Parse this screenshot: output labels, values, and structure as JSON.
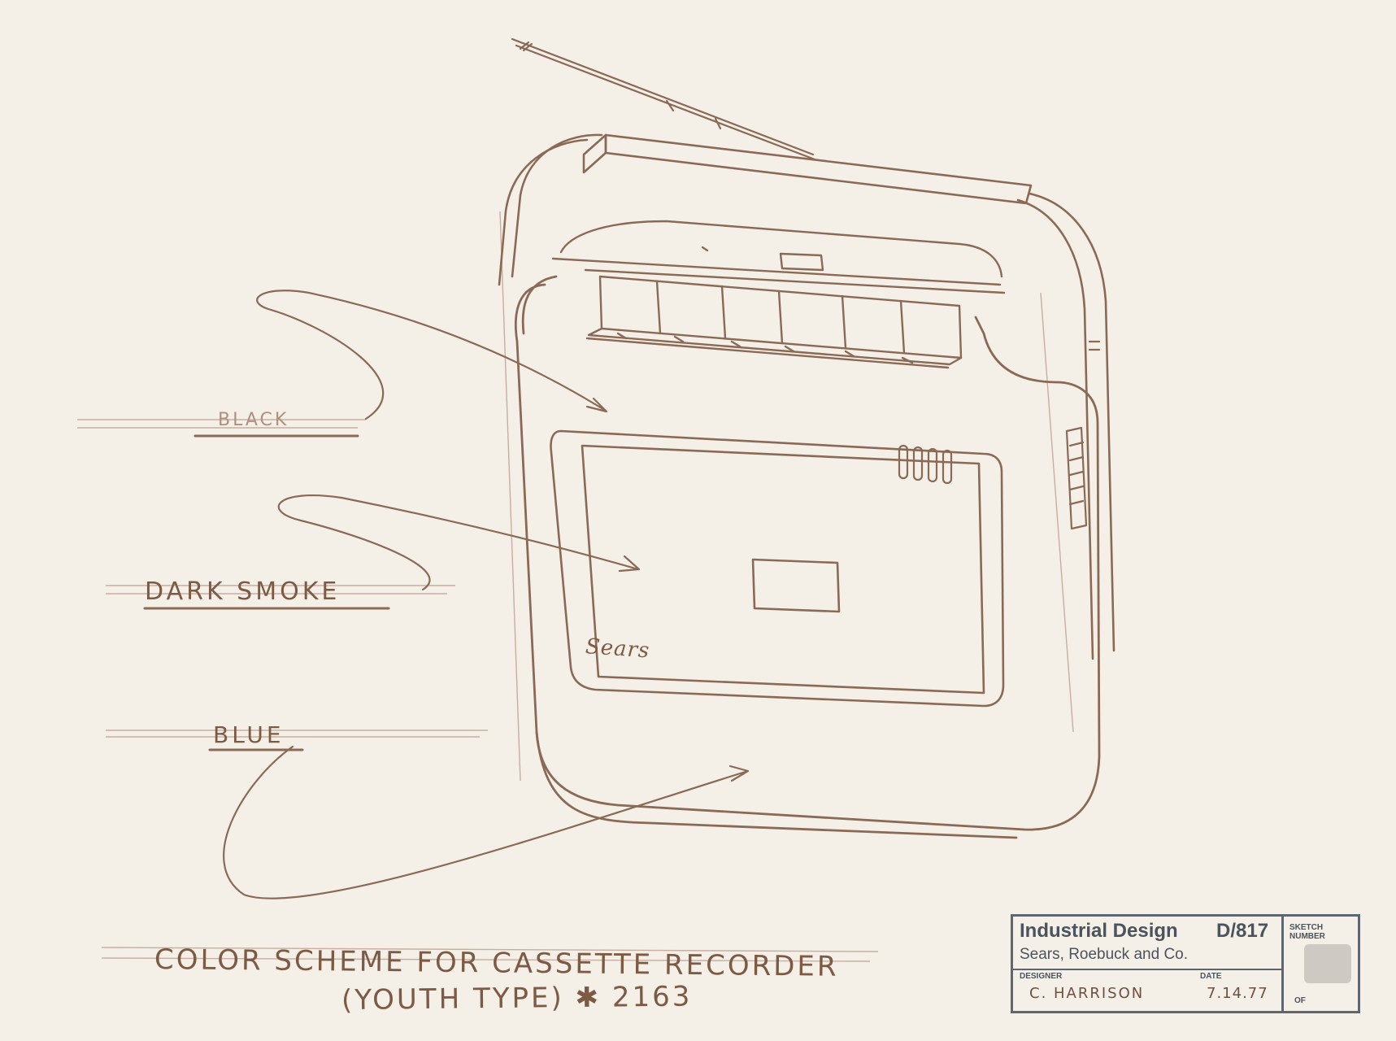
{
  "annotations": {
    "black": "BLACK",
    "dark_smoke": "DARK SMOKE",
    "blue": "BLUE"
  },
  "title": {
    "line1": "COLOR SCHEME FOR CASSETTE RECORDER",
    "line2": "(YOUTH TYPE) ✱ 2163"
  },
  "brand": "Sears",
  "stamp": {
    "title": "Industrial Design",
    "code": "D/817",
    "company": "Sears, Roebuck and Co.",
    "designer_label": "DESIGNER",
    "date_label": "DATE",
    "sketch_number_label": "SKETCH NUMBER",
    "of_label": "OF",
    "designer": "C. HARRISON",
    "date": "7.14.77"
  },
  "colors": {
    "paper": "#f4f0e7",
    "pencil": "#8a6a56",
    "stamp_ink": "#5f6670"
  }
}
